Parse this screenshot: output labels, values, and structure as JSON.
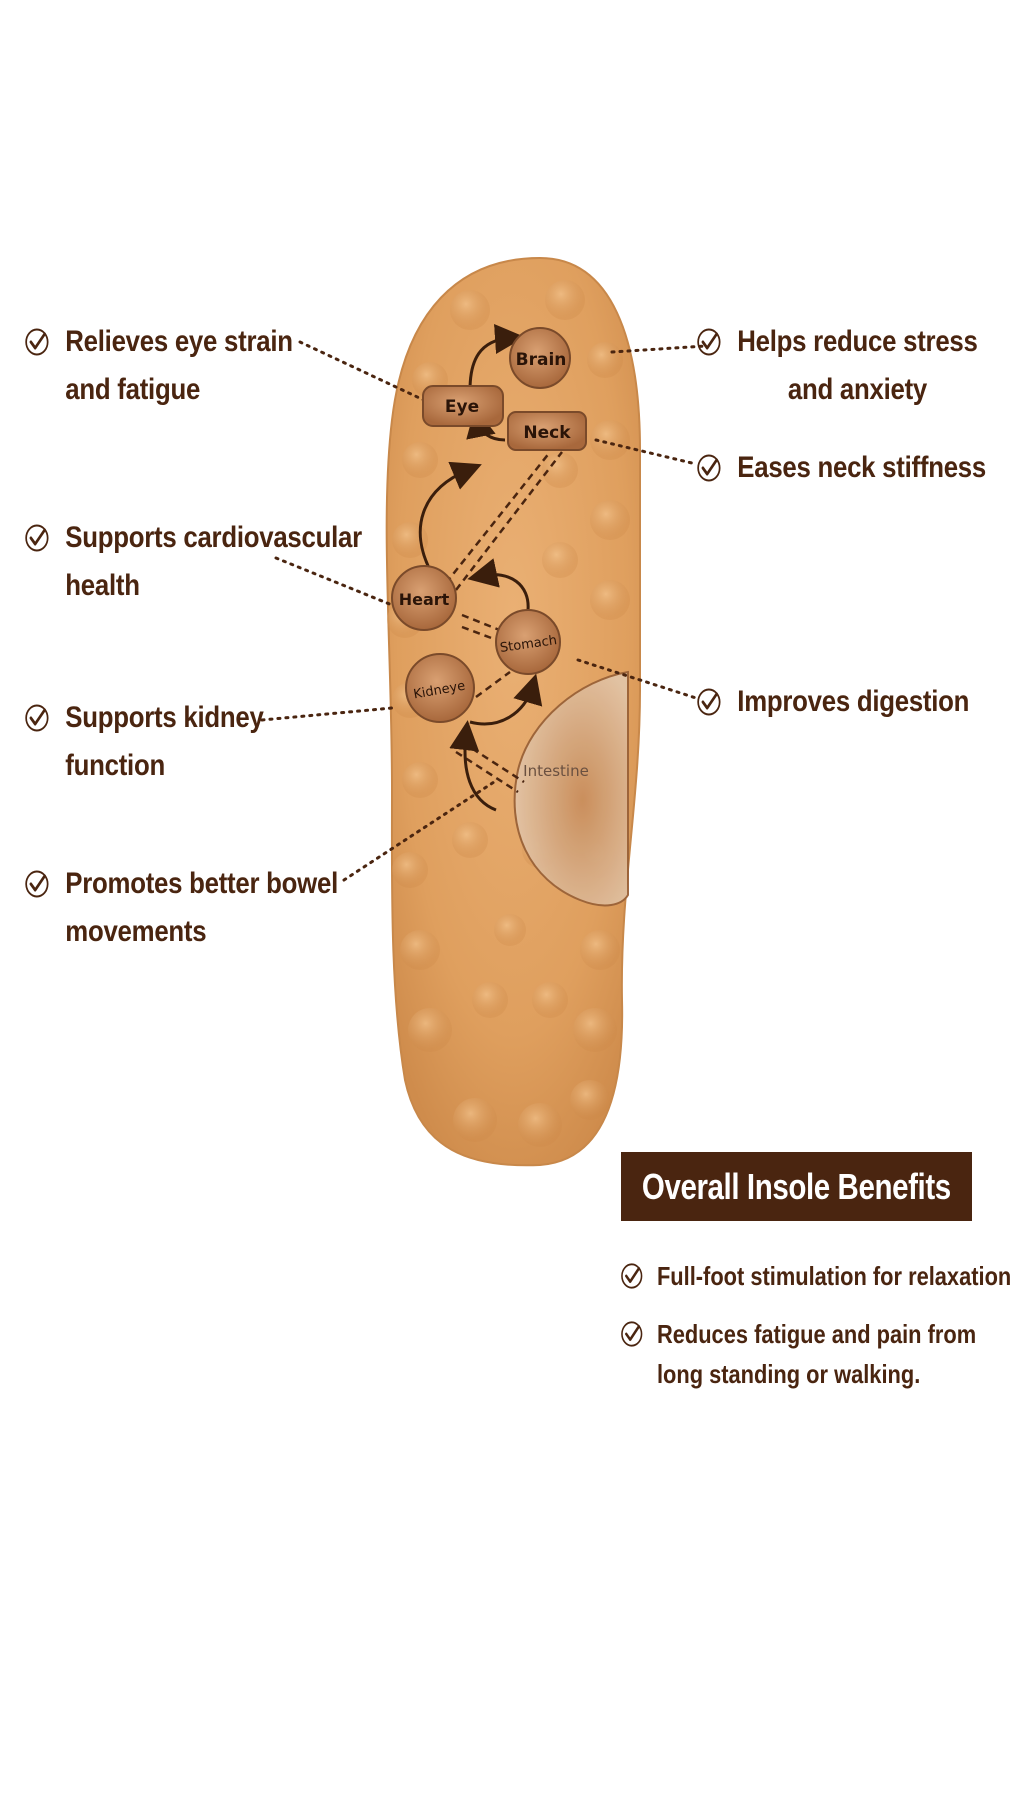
{
  "zones": {
    "brain": "Brain",
    "eye": "Eye",
    "neck": "Neck",
    "heart": "Heart",
    "stomach": "Stomach",
    "kidney": "Kidneye",
    "intestine": "Intestine"
  },
  "benefits_left": [
    {
      "lines": [
        "Relieves eye strain",
        "and fatigue"
      ]
    },
    {
      "lines": [
        "Supports cardiovascular",
        "health"
      ]
    },
    {
      "lines": [
        "Supports kidney",
        "function"
      ]
    },
    {
      "lines": [
        "Promotes better bowel",
        "movements"
      ]
    }
  ],
  "benefits_right": [
    {
      "lines": [
        "Helps reduce stress",
        "and anxiety"
      ]
    },
    {
      "lines": [
        "Eases neck stiffness"
      ]
    },
    {
      "lines": [
        "Improves digestion"
      ]
    }
  ],
  "overall": {
    "title": "Overall Insole Benefits",
    "items": [
      {
        "lines": [
          "Full-foot stimulation for relaxation"
        ]
      },
      {
        "lines": [
          "Reduces fatigue and pain from",
          "long standing or walking."
        ]
      }
    ]
  },
  "colors": {
    "text": "#4a2510",
    "insole": "#e0a15f",
    "banner": "#4a2510"
  }
}
